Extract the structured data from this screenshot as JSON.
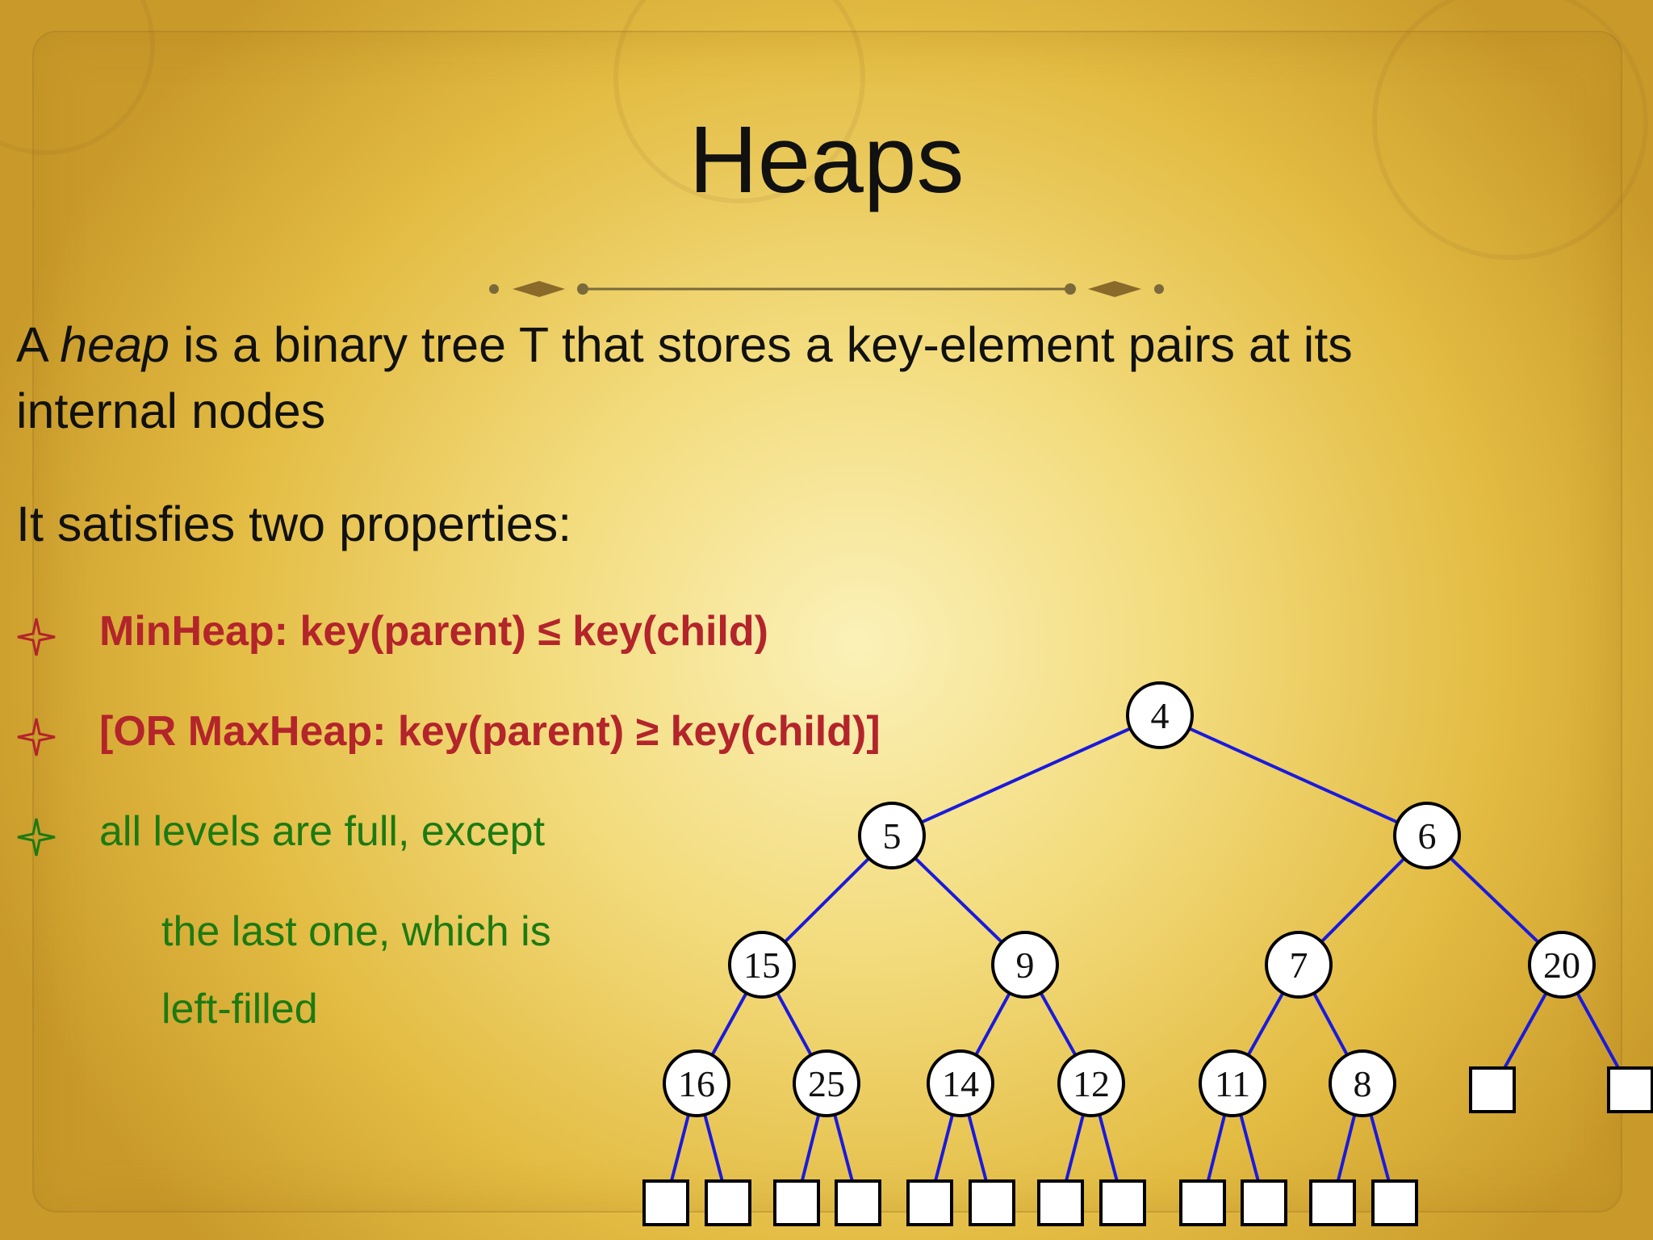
{
  "slide": {
    "title": "Heaps",
    "definition": {
      "prefix": "A ",
      "term": "heap",
      "rest_line1": " is a binary tree T that stores a key-element pairs at its",
      "line2": "internal nodes"
    },
    "intro": "It satisfies two properties:",
    "bullets": [
      {
        "text": "MinHeap: key(parent) ≤ key(child)",
        "color": "#b3242b",
        "icon": "four-point-star-icon"
      },
      {
        "text": "[OR MaxHeap: key(parent) ≥ key(child)]",
        "color": "#b3242b",
        "icon": "four-point-star-icon"
      },
      {
        "text": "all levels are full, except",
        "color": "#1c7a12",
        "icon": "four-point-star-icon"
      }
    ],
    "continuation": [
      "the last one, which is",
      "left-filled"
    ]
  },
  "tree": {
    "edge_color": "#1a1adc",
    "nodes": [
      {
        "id": "n4",
        "key": "4"
      },
      {
        "id": "n5",
        "key": "5"
      },
      {
        "id": "n6",
        "key": "6"
      },
      {
        "id": "n15",
        "key": "15"
      },
      {
        "id": "n9",
        "key": "9"
      },
      {
        "id": "n7",
        "key": "7"
      },
      {
        "id": "n20",
        "key": "20"
      },
      {
        "id": "n16",
        "key": "16"
      },
      {
        "id": "n25",
        "key": "25"
      },
      {
        "id": "n14",
        "key": "14"
      },
      {
        "id": "n12",
        "key": "12"
      },
      {
        "id": "n11",
        "key": "11"
      },
      {
        "id": "n8",
        "key": "8"
      }
    ],
    "edges": [
      [
        "n4",
        "n5"
      ],
      [
        "n4",
        "n6"
      ],
      [
        "n5",
        "n15"
      ],
      [
        "n5",
        "n9"
      ],
      [
        "n6",
        "n7"
      ],
      [
        "n6",
        "n20"
      ],
      [
        "n15",
        "n16"
      ],
      [
        "n15",
        "n25"
      ],
      [
        "n9",
        "n14"
      ],
      [
        "n9",
        "n12"
      ],
      [
        "n7",
        "n11"
      ],
      [
        "n7",
        "n8"
      ],
      [
        "n20",
        "e1"
      ],
      [
        "n20",
        "e2"
      ],
      [
        "n16",
        "e3"
      ],
      [
        "n16",
        "e4"
      ],
      [
        "n25",
        "e5"
      ],
      [
        "n25",
        "e6"
      ],
      [
        "n14",
        "e7"
      ],
      [
        "n14",
        "e8"
      ],
      [
        "n12",
        "e9"
      ],
      [
        "n12",
        "e10"
      ],
      [
        "n11",
        "e11"
      ],
      [
        "n11",
        "e12"
      ],
      [
        "n8",
        "e13"
      ],
      [
        "n8",
        "e14"
      ]
    ],
    "external_leaves": [
      "e1",
      "e2",
      "e3",
      "e4",
      "e5",
      "e6",
      "e7",
      "e8",
      "e9",
      "e10",
      "e11",
      "e12",
      "e13",
      "e14"
    ]
  }
}
